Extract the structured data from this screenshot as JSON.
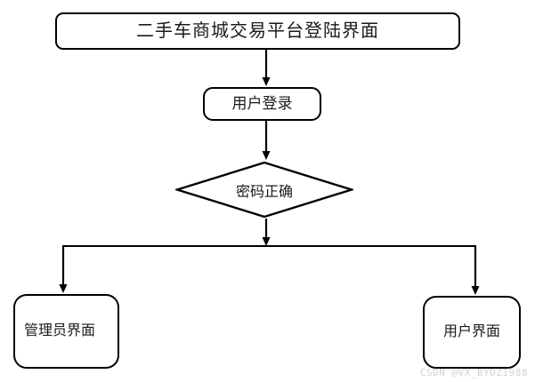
{
  "diagram": {
    "type": "flowchart",
    "title_node": {
      "label": "二手车商城交易平台登陆界面",
      "shape": "rounded-rectangle"
    },
    "nodes": [
      {
        "id": "login",
        "label": "用户登录",
        "shape": "rounded-rectangle"
      },
      {
        "id": "decision",
        "label": "密码正确",
        "shape": "diamond"
      },
      {
        "id": "admin",
        "label": "管理员界面",
        "shape": "rounded-rectangle"
      },
      {
        "id": "user",
        "label": "用户界面",
        "shape": "rounded-rectangle"
      }
    ],
    "edges": [
      {
        "from": "title",
        "to": "login",
        "label": ""
      },
      {
        "from": "login",
        "to": "decision",
        "label": ""
      },
      {
        "from": "decision",
        "to": "admin",
        "label": ""
      },
      {
        "from": "decision",
        "to": "user",
        "label": ""
      }
    ],
    "colors": {
      "stroke": "#000000",
      "fill": "#ffffff",
      "text": "#1a1a1a",
      "watermark": "#d2d2d2"
    }
  },
  "watermark": {
    "text": "CSDN @VX_BYDZI988"
  }
}
